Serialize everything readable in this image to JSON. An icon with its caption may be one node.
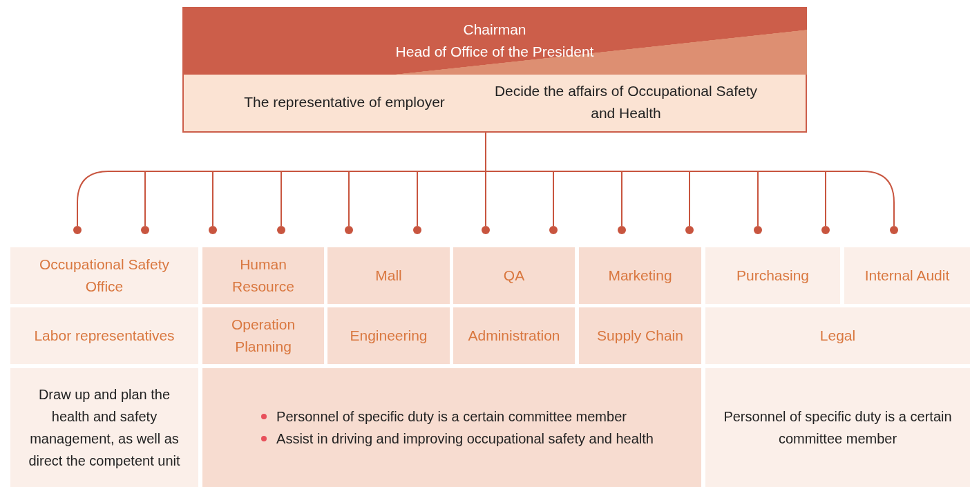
{
  "diagram": {
    "nodes": [
      {
        "text": [
          "Chairman",
          "Head of Office of the President",
          "The representative of employer",
          "Decide the affairs of Occupational Safety and Health"
        ]
      },
      {
        "text": [],
        "shape": "circle"
      },
      {
        "text": [],
        "shape": "circle"
      },
      {
        "text": [],
        "shape": "circle"
      },
      {
        "text": [],
        "shape": "circle"
      },
      {
        "text": [],
        "shape": "circle"
      },
      {
        "text": [],
        "shape": "circle"
      },
      {
        "text": [],
        "shape": "circle"
      },
      {
        "text": [],
        "shape": "circle"
      },
      {
        "text": [],
        "shape": "circle"
      },
      {
        "text": [],
        "shape": "circle"
      },
      {
        "text": [],
        "shape": "circle"
      },
      {
        "text": [],
        "shape": "circle"
      },
      {
        "text": [],
        "shape": "circle"
      },
      {
        "text": [
          "Occupational Safety Office"
        ]
      },
      {
        "text": [
          "Human Resource"
        ]
      },
      {
        "text": [
          "Mall"
        ]
      },
      {
        "text": [
          "QA"
        ]
      },
      {
        "text": [
          "Marketing"
        ]
      },
      {
        "text": [
          "Purchasing"
        ]
      },
      {
        "text": [
          "Internal Audit"
        ]
      },
      {
        "text": [
          "Labor representatives"
        ]
      },
      {
        "text": [
          "Operation Planning"
        ]
      },
      {
        "text": [
          "Engineering"
        ]
      },
      {
        "text": [
          "Administration"
        ]
      },
      {
        "text": [
          "Supply Chain"
        ]
      },
      {
        "text": [
          "Legal"
        ]
      },
      {
        "text": [
          "Draw up and plan the health and safety management, as well as direct the competent unit"
        ]
      },
      {
        "text": [
          "Personnel of specific duty is a certain committee member",
          "Assist in driving and improving occupational safety and health"
        ]
      },
      {
        "text": [
          "Personnel of specific duty is a certain committee member"
        ]
      }
    ],
    "edges": [
      {
        "from": 0,
        "to": 1,
        "arrow": "none"
      },
      {
        "from": 0,
        "to": 2,
        "arrow": "none"
      },
      {
        "from": 0,
        "to": 3,
        "arrow": "none"
      },
      {
        "from": 0,
        "to": 4,
        "arrow": "none"
      },
      {
        "from": 0,
        "to": 5,
        "arrow": "none"
      },
      {
        "from": 0,
        "to": 6,
        "arrow": "none"
      },
      {
        "from": 0,
        "to": 7,
        "arrow": "none"
      },
      {
        "from": 0,
        "to": 8,
        "arrow": "none"
      },
      {
        "from": 0,
        "to": 9,
        "arrow": "none"
      },
      {
        "from": 0,
        "to": 10,
        "arrow": "none"
      },
      {
        "from": 0,
        "to": 11,
        "arrow": "none"
      },
      {
        "from": 0,
        "to": 12,
        "arrow": "none"
      },
      {
        "from": 0,
        "to": 13,
        "arrow": "none"
      }
    ]
  }
}
